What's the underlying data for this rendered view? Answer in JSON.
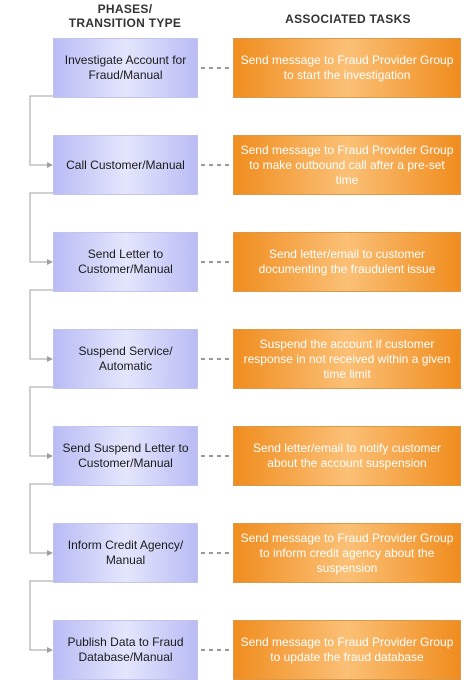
{
  "headers": {
    "phases": "PHASES/\nTRANSITION TYPE",
    "tasks": "ASSOCIATED TASKS"
  },
  "rows": [
    {
      "phase": "Investigate Account for Fraud/Manual",
      "task": "Send message to Fraud Provider Group to start the investigation"
    },
    {
      "phase": "Call Customer/Manual",
      "task": "Send message to Fraud Provider Group to make outbound call after a pre-set time"
    },
    {
      "phase": "Send Letter to Customer/Manual",
      "task": "Send letter/email to customer documenting the fraudulent issue"
    },
    {
      "phase": "Suspend Service/ Automatic",
      "task": "Suspend the account if customer response in not received within a given time limit"
    },
    {
      "phase": "Send Suspend Letter to Customer/Manual",
      "task": "Send letter/email to notify customer about the account suspension"
    },
    {
      "phase": "Inform Credit Agency/ Manual",
      "task": "Send message to Fraud Provider Group to inform credit agency about the suspension"
    },
    {
      "phase": "Publish Data to Fraud Database/Manual",
      "task": "Send message to Fraud Provider Group to update the fraud database"
    }
  ],
  "colors": {
    "phase_fill": "#e4e6fd",
    "phase_edge": "#b9bcf4",
    "task_fill": "#fbc076",
    "task_edge": "#f08d1f",
    "connector": "#a0a0a0",
    "dashed_link": "#333333"
  }
}
